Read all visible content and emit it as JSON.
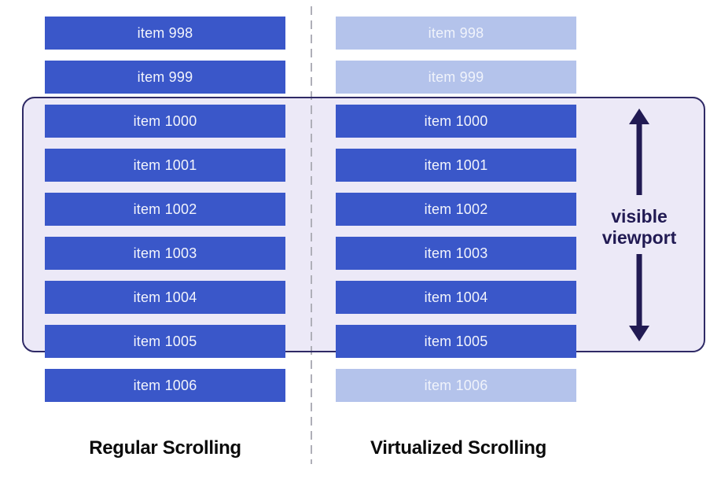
{
  "columns": {
    "left": {
      "title": "Regular Scrolling",
      "items": [
        {
          "label": "item 998",
          "rendered": true
        },
        {
          "label": "item 999",
          "rendered": true
        },
        {
          "label": "item 1000",
          "rendered": true
        },
        {
          "label": "item 1001",
          "rendered": true
        },
        {
          "label": "item 1002",
          "rendered": true
        },
        {
          "label": "item 1003",
          "rendered": true
        },
        {
          "label": "item 1004",
          "rendered": true
        },
        {
          "label": "item 1005",
          "rendered": true
        },
        {
          "label": "item 1006",
          "rendered": true
        }
      ]
    },
    "right": {
      "title": "Virtualized Scrolling",
      "items": [
        {
          "label": "item 998",
          "rendered": false
        },
        {
          "label": "item 999",
          "rendered": false
        },
        {
          "label": "item 1000",
          "rendered": true
        },
        {
          "label": "item 1001",
          "rendered": true
        },
        {
          "label": "item 1002",
          "rendered": true
        },
        {
          "label": "item 1003",
          "rendered": true
        },
        {
          "label": "item 1004",
          "rendered": true
        },
        {
          "label": "item 1005",
          "rendered": true
        },
        {
          "label": "item 1006",
          "rendered": false
        }
      ]
    }
  },
  "viewport": {
    "label": "visible viewport"
  },
  "icons": {
    "up": "arrow-up-icon",
    "down": "arrow-down-icon"
  },
  "colors": {
    "item_rendered": "#3A57C9",
    "item_virtualized": "#B4C3EB",
    "viewport_fill": "#ECE9F7",
    "viewport_border": "#2F2A66",
    "annotation": "#211A53",
    "divider": "#AFAFB8",
    "caption": "#0B0B0B"
  }
}
